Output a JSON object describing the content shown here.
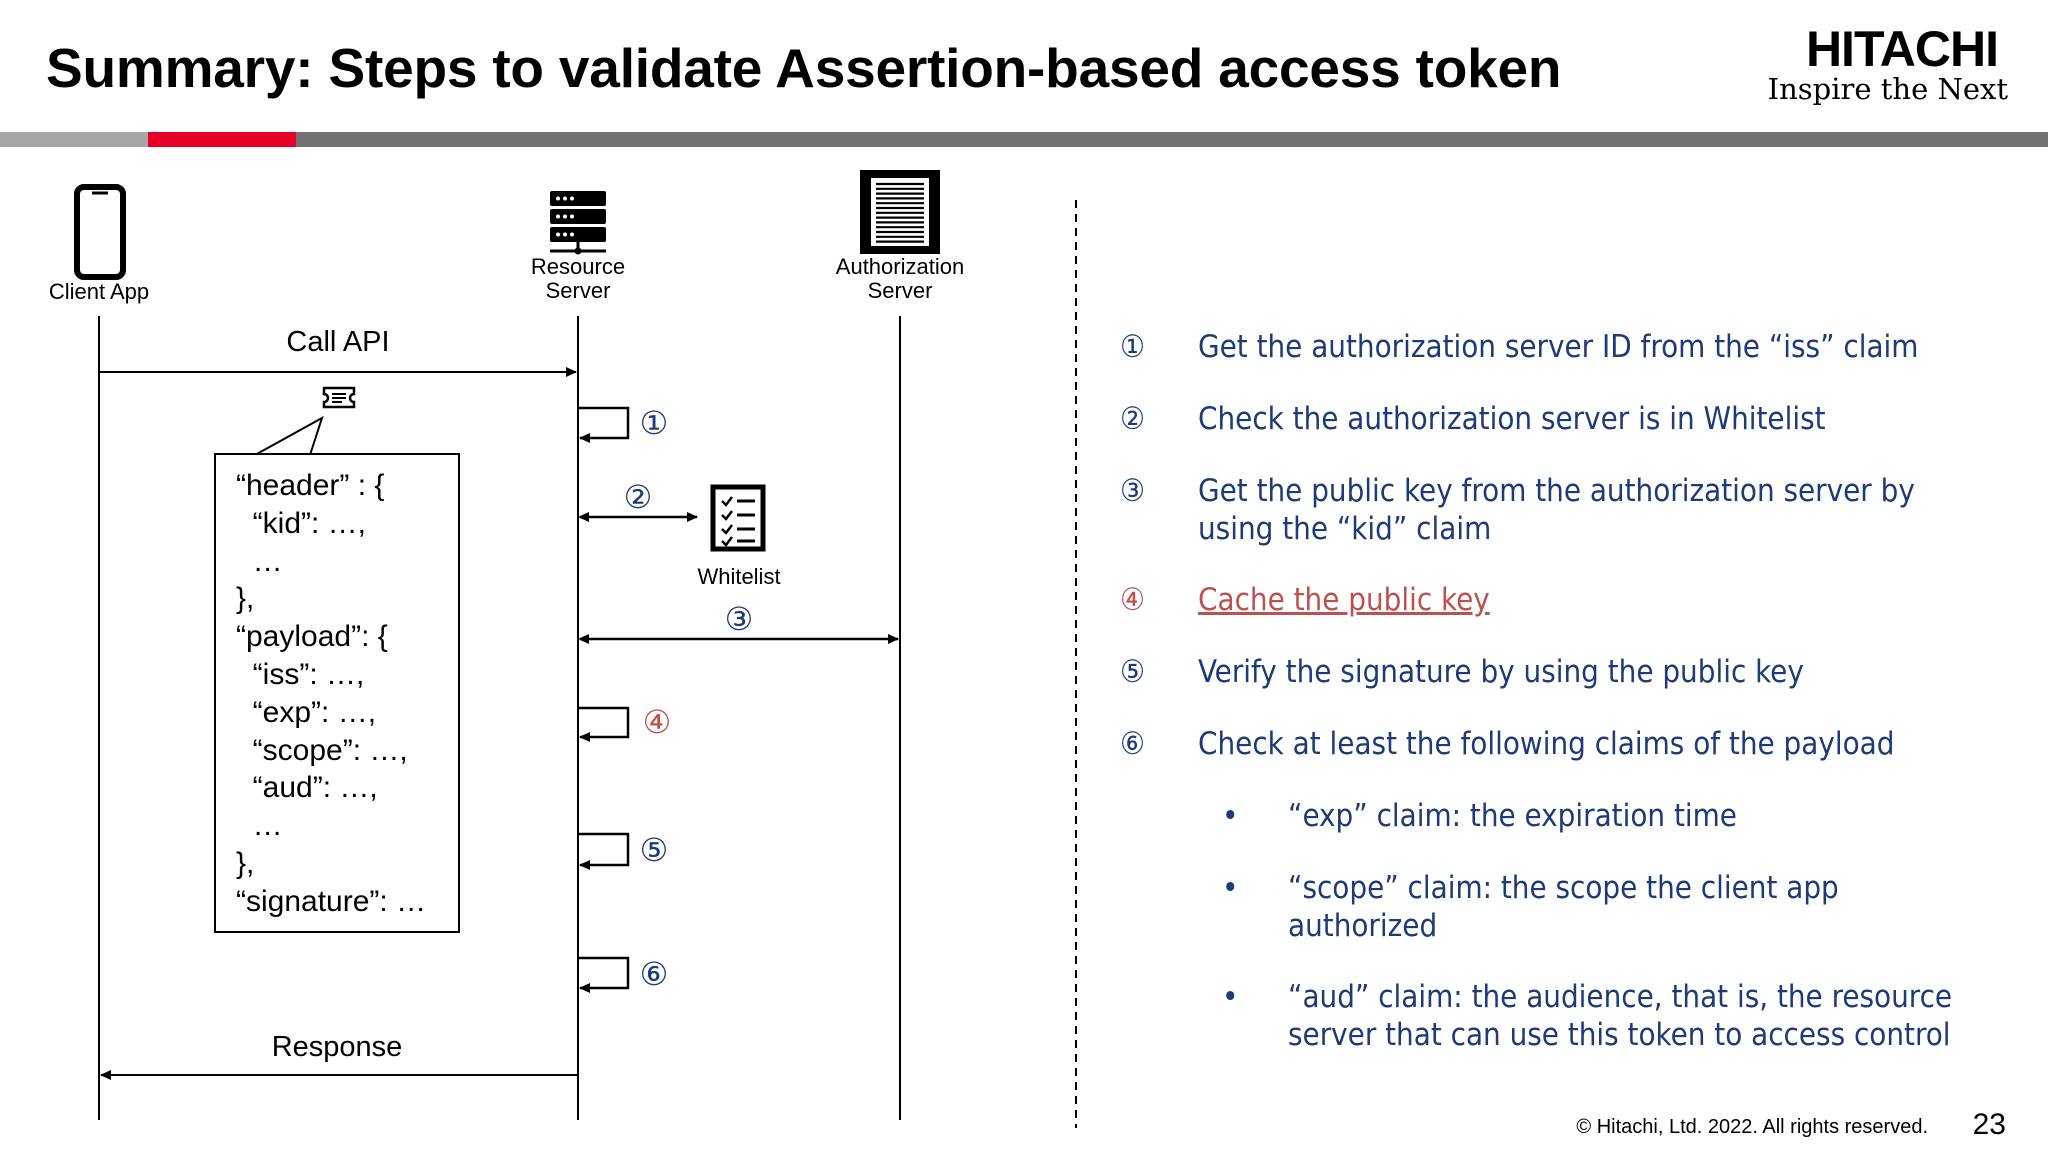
{
  "title": "Summary: Steps to validate Assertion-based access token",
  "logo": {
    "name": "HITACHI",
    "tagline": "Inspire the Next"
  },
  "colors": {
    "bar_gray": "#a6a6a6",
    "bar_red": "#e60027",
    "bar_dark": "#737373",
    "step_blue": "#1d3a7a",
    "highlight_red": "#c0504d"
  },
  "actors": {
    "client_app": "Client App",
    "resource_server": [
      "Resource",
      "Server"
    ],
    "authorization_server": [
      "Authorization",
      "Server"
    ]
  },
  "messages": {
    "call_api": "Call API",
    "response": "Response",
    "whitelist": "Whitelist"
  },
  "diagram_steps": [
    "①",
    "②",
    "③",
    "④",
    "⑤",
    "⑥"
  ],
  "token_lines": [
    "“header” : {",
    "  “kid”: …,",
    "  …",
    "},",
    "“payload”: {",
    "  “iss”: …,",
    "  “exp”: …,",
    "  “scope”: …,",
    "  “aud”: …,",
    "  …",
    "},",
    "“signature”: …"
  ],
  "steps": [
    {
      "num": "①",
      "text": "Get the authorization server ID from the “iss” claim"
    },
    {
      "num": "②",
      "text": "Check the authorization server is in Whitelist"
    },
    {
      "num": "③",
      "text": "Get the public key from the authorization server by using the “kid” claim"
    },
    {
      "num": "④",
      "text": "Cache the public key"
    },
    {
      "num": "⑤",
      "text": "Verify the signature by using the public key"
    },
    {
      "num": "⑥",
      "text": "Check at least the following claims of the payload"
    }
  ],
  "sub_items": [
    {
      "bullet": "•",
      "text": "“exp” claim: the expiration time"
    },
    {
      "bullet": "•",
      "text": "“scope” claim: the scope the client app authorized"
    },
    {
      "bullet": "•",
      "text": "“aud” claim: the audience, that is, the resource server that can use this token to access control"
    }
  ],
  "footer": {
    "copyright": "© Hitachi, Ltd. 2022. All rights reserved.",
    "page": "23"
  }
}
